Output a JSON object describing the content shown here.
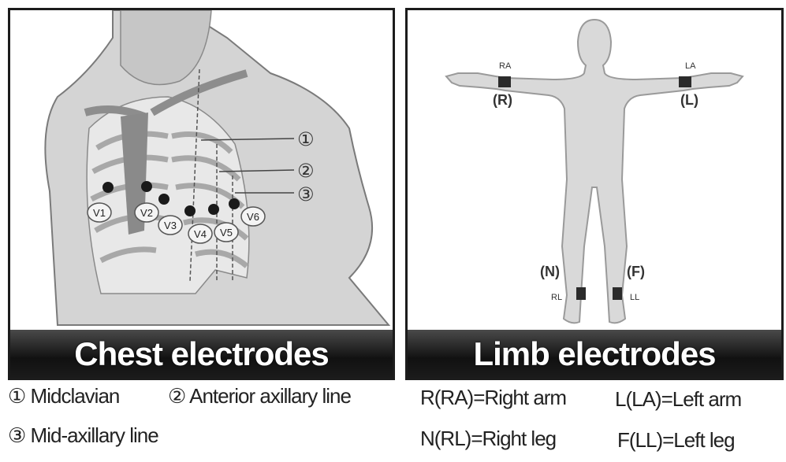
{
  "chest": {
    "banner": "Chest electrodes",
    "lines": [
      {
        "num": "①",
        "text": "Midclavian"
      },
      {
        "num": "②",
        "text": "Anterior axillary line"
      },
      {
        "num": "③",
        "text": "Mid-axillary line"
      }
    ],
    "electrodes": [
      "V1",
      "V2",
      "V3",
      "V4",
      "V5",
      "V6"
    ],
    "callouts": [
      "①",
      "②",
      "③"
    ]
  },
  "limb": {
    "banner": "Limb electrodes",
    "labels": {
      "ra_small": "RA",
      "ra": "(R)",
      "la_small": "LA",
      "la": "(L)",
      "rl_small": "RL",
      "rl": "(N)",
      "ll_small": "LL",
      "ll": "(F)"
    },
    "legend": [
      "R(RA)=Right arm",
      "L(LA)=Left arm",
      "N(RL)=Right leg",
      "F(LL)=Left leg"
    ]
  }
}
